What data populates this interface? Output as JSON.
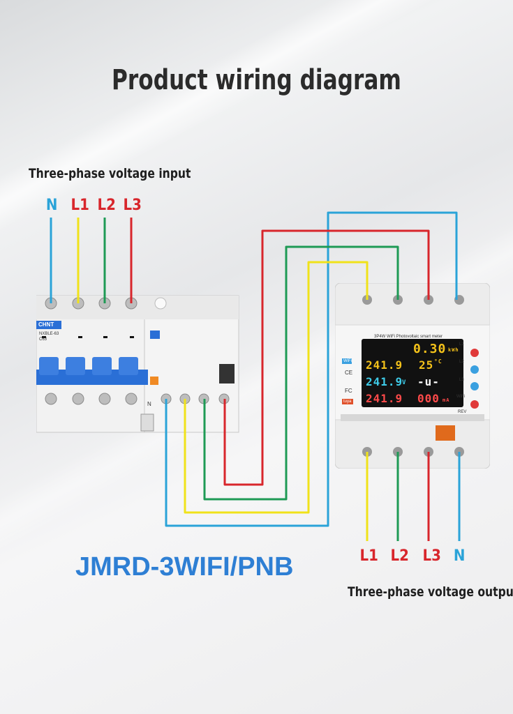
{
  "title": "Product wiring diagram",
  "input_caption": "Three-phase voltage input",
  "output_caption": "Three-phase voltage output",
  "model": "JMRD-3WIFI/PNB",
  "input_labels": [
    "N",
    "L1",
    "L2",
    "L3"
  ],
  "output_labels": [
    "L1",
    "L2",
    "L3",
    "N"
  ],
  "colors": {
    "N": "#2aa3d8",
    "L1": "#f0e21a",
    "L2": "#1e9a55",
    "L3": "#d8262c",
    "model": "#2e7fd4"
  },
  "breaker": {
    "brand": "CHNT",
    "model_text": "NXBLE-63",
    "rating": "C63",
    "n_mark": "N"
  },
  "meter": {
    "header": "3P4W WiFi Photovoltaic smart meter",
    "lcd": {
      "energy": "0.30",
      "energy_unit": "kWh",
      "power": "241.9",
      "temp": "25",
      "temp_unit": "°C",
      "voltage": "241.9",
      "voltage_unit": "V",
      "phase_mark": "-u-",
      "reading": "241.9",
      "current": "000",
      "current_unit": "mA"
    },
    "side_labels": [
      "L1",
      "L2",
      "L3",
      "WiFi",
      "REV"
    ],
    "badges": [
      "WiFi",
      "CE",
      "FC",
      "tuya"
    ]
  }
}
